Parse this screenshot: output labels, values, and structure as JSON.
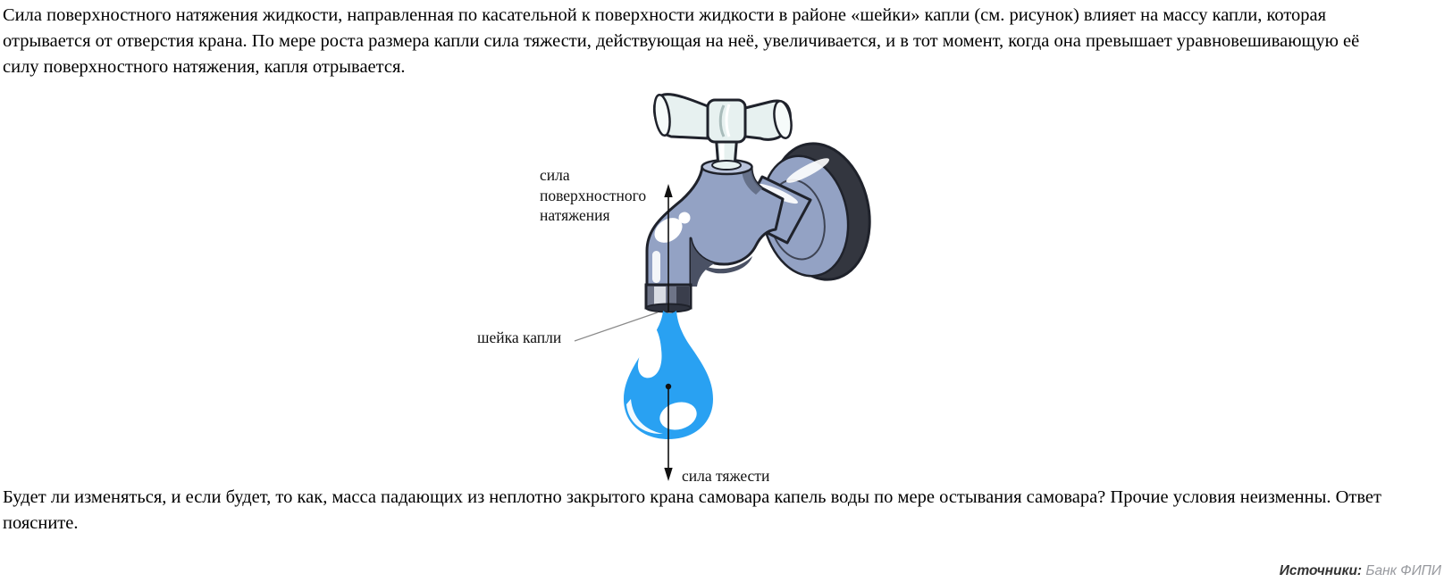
{
  "problem": {
    "intro": "Сила поверхностного натяжения жидкости, направленная по касательной к поверхности жидкости в районе «шейки» капли (см. рисунок) влияет на массу капли, которая отрывается от отверстия крана. По мере роста размера капли сила тяжести, действующая на неё, увеличивается, и в тот момент, когда она превышает уравновешивающую её силу поверхностного натяжения, капля отрывается.",
    "question": "Будет ли изменяться, и если будет, то как, масса падающих из неплотно закрытого крана самовара капель воды по мере остывания самовара? Прочие условия неизменны. Ответ поясните."
  },
  "figure": {
    "description": "Кран с каплей воды",
    "labels": {
      "surface_tension": "сила\nповерхностного\nнатяжения",
      "drop_neck": "шейка капли",
      "gravity": "сила тяжести"
    },
    "colors": {
      "drop_blue": "#29A1F2",
      "faucet_body": "#93A2C4",
      "faucet_shadow": "#4A5164",
      "faucet_dark": "#33363F",
      "faucet_outline": "#1F222B",
      "handle_fill": "#E7F1F0",
      "arrow_black": "#111111",
      "leader_gray": "#8a8a8a"
    }
  },
  "footer": {
    "label": "Источники:",
    "source": "Банк ФИПИ"
  }
}
